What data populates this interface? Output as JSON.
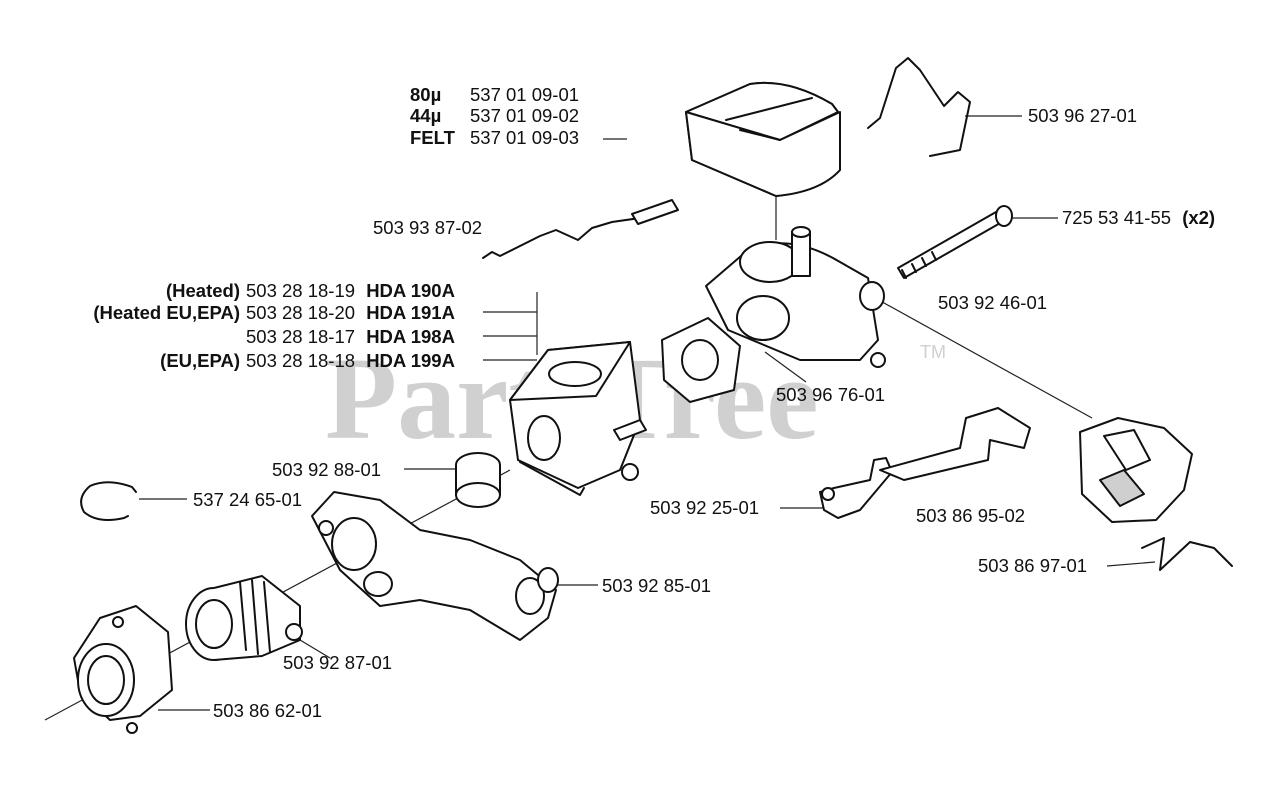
{
  "watermark": {
    "text": "PartsTree",
    "tm": "TM"
  },
  "filter_options": [
    {
      "grade": "80µ",
      "part": "537 01 09-01"
    },
    {
      "grade": "44µ",
      "part": "537 01 09-02"
    },
    {
      "grade": "FELT",
      "part": "537 01 09-03"
    }
  ],
  "carburetor_variants": [
    {
      "qualifier": "(Heated)",
      "part": "503 28 18-19",
      "model": "HDA 190A"
    },
    {
      "qualifier": "(Heated EU,EPA)",
      "part": "503 28 18-20",
      "model": "HDA 191A"
    },
    {
      "qualifier": "",
      "part": "503 28 18-17",
      "model": "HDA 198A"
    },
    {
      "qualifier": "(EU,EPA)",
      "part": "503 28 18-18",
      "model": "HDA 199A"
    }
  ],
  "callouts": {
    "clip": "503 96 27-01",
    "bolt": "725 53 41-55",
    "bolt_qty": "(x2)",
    "wire": "503 93 87-02",
    "filter_base": "503 92 46-01",
    "gasket": "503 96 76-01",
    "ring": "503 92 88-01",
    "circlip": "537 24 65-01",
    "throttle_rod": "503 92 25-01",
    "lever": "503 86 95-02",
    "bracket": "503 86 97-01",
    "intake": "503 92 85-01",
    "boot": "503 92 87-01",
    "flange": "503 86 62-01"
  }
}
